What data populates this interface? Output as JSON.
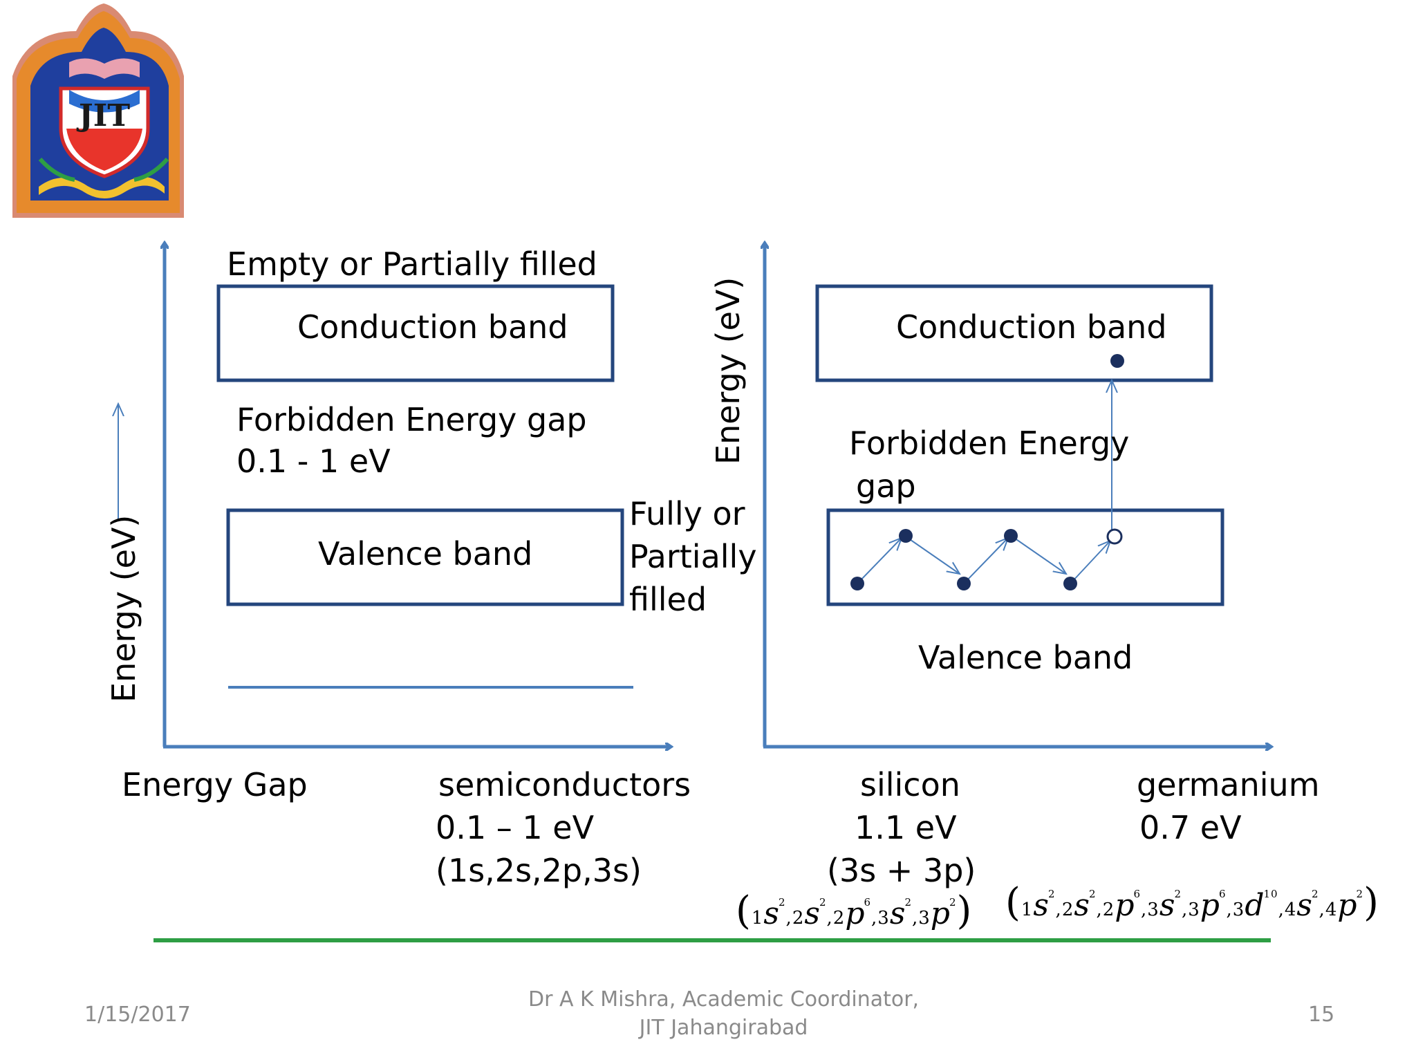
{
  "left_diagram": {
    "top_caption": "Empty  or Partially filled",
    "conduction_label": "Conduction  band",
    "gap_line1": "Forbidden Energy gap",
    "gap_line2": "0.1  - 1 eV",
    "valence_label": "Valence band",
    "side_caption": [
      "Fully or",
      "Partially",
      "filled"
    ],
    "y_axis_label": "Energy (eV)"
  },
  "right_diagram": {
    "y_axis_label": "Energy (eV)",
    "conduction_label": "Conduction  band",
    "gap_line1": "Forbidden Energy",
    "gap_line2": "gap",
    "valence_label": "Valence band"
  },
  "columns": {
    "energy_gap_label": "Energy Gap",
    "semiconductors": {
      "name": "semiconductors",
      "value": "0.1 – 1 eV",
      "orbitals": "(1s,2s,2p,3s)"
    },
    "silicon": {
      "name": "silicon",
      "value": "1.1 eV",
      "orbitals": "(3s + 3p)"
    },
    "germanium": {
      "name": "germanium",
      "value": "0.7 eV"
    }
  },
  "formulas": {
    "silicon": [
      {
        "n": "1",
        "l": "s",
        "e": "2"
      },
      {
        "n": "2",
        "l": "s",
        "e": "2"
      },
      {
        "n": "2",
        "l": "p",
        "e": "6"
      },
      {
        "n": "3",
        "l": "s",
        "e": "2"
      },
      {
        "n": "3",
        "l": "p",
        "e": "2"
      }
    ],
    "germanium": [
      {
        "n": "1",
        "l": "s",
        "e": "2"
      },
      {
        "n": "2",
        "l": "s",
        "e": "2"
      },
      {
        "n": "2",
        "l": "p",
        "e": "6"
      },
      {
        "n": "3",
        "l": "s",
        "e": "2"
      },
      {
        "n": "3",
        "l": "p",
        "e": "6"
      },
      {
        "n": "3",
        "l": "d",
        "e": "10"
      },
      {
        "n": "4",
        "l": "s",
        "e": "2"
      },
      {
        "n": "4",
        "l": "p",
        "e": "2"
      }
    ]
  },
  "logo": {
    "text": "JIT",
    "icon": "college-crest-icon"
  },
  "footer": {
    "date": "1/15/2017",
    "author_line1": "Dr A K Mishra, Academic Coordinator,",
    "author_line2": "JIT Jahangirabad",
    "page": "15"
  },
  "colors": {
    "axis": "#4a7ebb",
    "box": "#24467d",
    "dot": "#1b2f5e",
    "separator": "#2e9e44"
  }
}
